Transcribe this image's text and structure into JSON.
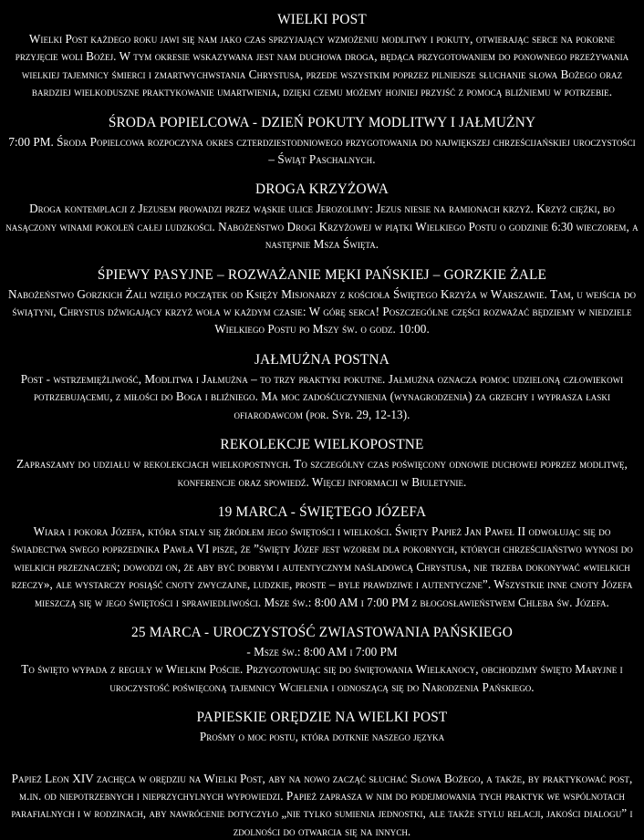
{
  "page": {
    "background_color": "#000000",
    "text_color": "#ffffff",
    "language": "pl"
  },
  "sections": [
    {
      "id": "wielki-post",
      "heading": "WIELKI POST",
      "body": "Wielki Post każdego roku jawi się nam jako czas sprzyjający wzmożeniu modlitwy i pokuty, otwierając serce na pokorne przyjęcie woli Bożej. W tym okresie wskazywana jest nam duchowa droga, będąca przygotowaniem do ponownego przeżywania wielkiej tajemnicy śmierci i zmartwychwstania Chrystusa, przede wszystkim poprzez pilniejsze słuchanie słowa Bożego oraz bardziej wielkoduszne praktykowanie umartwienia, dzięki czemu możemy hojniej przyjść z pomocą bliźniemu w potrzebie."
    },
    {
      "id": "sroda-popielcowa",
      "heading": "ŚRODA POPIELCOWA - DZIEŃ POKUTY MODLITWY I JAŁMUŻNY",
      "body": "7:00 PM. Środa Popielcowa rozpoczyna okres czterdziestodniowego przygotowania do największej chrześcijańskiej uroczystości – Świąt Paschalnych."
    },
    {
      "id": "droga-krzyzowa",
      "heading": "DROGA KRZYŻOWA",
      "body": "Droga kontemplacji z Jezusem prowadzi przez wąskie ulice Jerozolimy: Jezus niesie na ramionach krzyż. Krzyż ciężki, bo nasączony winami pokoleń całej ludzkości. Nabożeństwo Drogi Krzyżowej w piątki Wielkiego Postu o godzinie 6:30 wieczorem, a następnie Msza Święta."
    },
    {
      "id": "gorzkie-zale",
      "heading": "ŚPIEWY PASYJNE – ROZWAŻANIE MĘKI PAŃSKIEJ – GORZKIE ŻALE",
      "body": "Nabożeństwo Gorzkich Żali wzięło początek od Księży Misjonarzy z kościoła Świętego Krzyża w Warszawie. Tam, u wejścia do świątyni, Chrystus dźwigający krzyż woła w każdym czasie: W górę serca! Poszczególne części rozważać będziemy w niedziele Wielkiego Postu po Mszy św. o godz. 10:00."
    },
    {
      "id": "jalmuzna-postna",
      "heading": "JAŁMUŻNA POSTNA",
      "body": "Post - wstrzemięźliwość, Modlitwa i Jałmużna – to trzy praktyki pokutne. Jałmużna oznacza pomoc udzieloną człowiekowi potrzebującemu, z miłości do Boga i bliźniego. Ma moc zadośćuczynienia (wynagrodzenia) za grzechy i wyprasza łaski ofiarodawcom (por. Syr. 29, 12-13)."
    },
    {
      "id": "rekolekcje",
      "heading": "REKOLEKCJE WIELKOPOSTNE",
      "body": "Zapraszamy do udziału w rekolekcjach wielkopostnych. To szczególny czas poświęcony odnowie duchowej poprzez modlitwę, konferencje oraz spowiedź. Więcej informacji w Biuletynie."
    },
    {
      "id": "sw-jozef",
      "heading": "19 MARCA - ŚWIĘTEGO JÓZEFA",
      "body": "Wiara i pokora Józefa, która stały się źródłem jego świętości i wielkości. Święty Papież Jan Paweł II odwołując się do świadectwa swego poprzednika Pawła VI pisze, że ”święty Józef jest wzorem  dla pokornych, których chrześcijaństwo wynosi do wielkich przeznaczeń; dowodzi on, że aby być dobrym i autentycznym naśladowcą Chrystusa, nie trzeba dokonywać «wielkich rzeczy», ale wystarczy posiąść cnoty zwyczajne, ludzkie, proste – byle prawdziwe i autentyczne”. Wszystkie inne cnoty Józefa mieszczą się w jego świętości i sprawiedliwości. Msze św.: 8:00 AM i 7:00 PM z błogosławieństwem Chleba św. Józefa."
    },
    {
      "id": "zwiastowanie",
      "heading": "25 MARCA - UROCZYSTOŚĆ ZWIASTOWANIA PAŃSKIEGO",
      "subheading": "- Msze św.: 8:00 AM i 7:00 PM",
      "body": "To święto wypada z reguły w Wielkim Poście. Przygotowując się do świętowania Wielkanocy, obchodzimy święto Maryjne i uroczystość poświęconą tajemnicy Wcielenia i odnoszącą się do Narodzenia Pańskiego."
    },
    {
      "id": "papieskie-oredzie",
      "heading": "PAPIESKIE ORĘDZIE NA WIELKI POST",
      "subheading": "Prośmy o moc postu, która dotknie naszego języka",
      "body": "Papież Leon XIV zachęca w orędziu na Wielki Post, aby na nowo zacząć słuchać Słowa Bożego, a także, by praktykować post, m.in. od niepotrzebnych  i nieprzychylnych wypowiedzi. Papież zaprasza w nim do podejmowania tych praktyk we wspólnotach parafialnych i w rodzinach, aby nawrócenie dotyczyło „nie tylko sumienia jednostki, ale także stylu relacji, jakości dialogu”  i zdolności do otwarcia się na innych."
    }
  ]
}
